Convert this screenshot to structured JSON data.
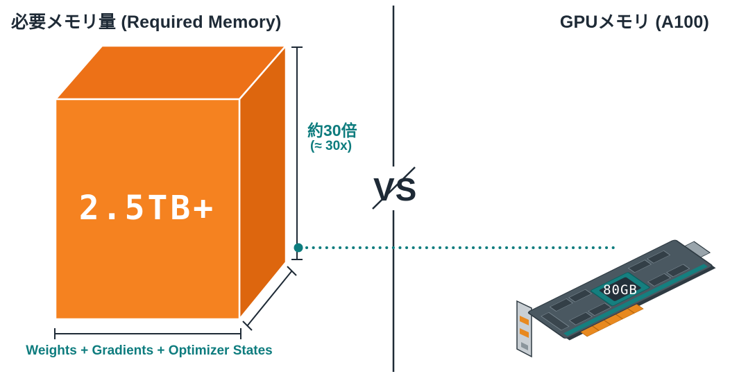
{
  "left_panel": {
    "title": "必要メモリ量 (Required Memory)",
    "cube_value": "2.5TB+",
    "multiplier_label": "約30倍",
    "multiplier_sub": "(≈ 30x)",
    "components_label": "Weights + Gradients + Optimizer States"
  },
  "comparison": {
    "vs_label": "VS"
  },
  "right_panel": {
    "title": "GPUメモリ (A100)",
    "gpu_memory": "80GB"
  },
  "colors": {
    "cube_orange_front": "#F58220",
    "cube_orange_top": "#ED7117",
    "cube_orange_side": "#DD660E",
    "accent_teal": "#0E7C7E",
    "ink_navy": "#1E2A36",
    "gpu_slate": "#4A5861",
    "gpu_port_orange": "#E8891F"
  }
}
